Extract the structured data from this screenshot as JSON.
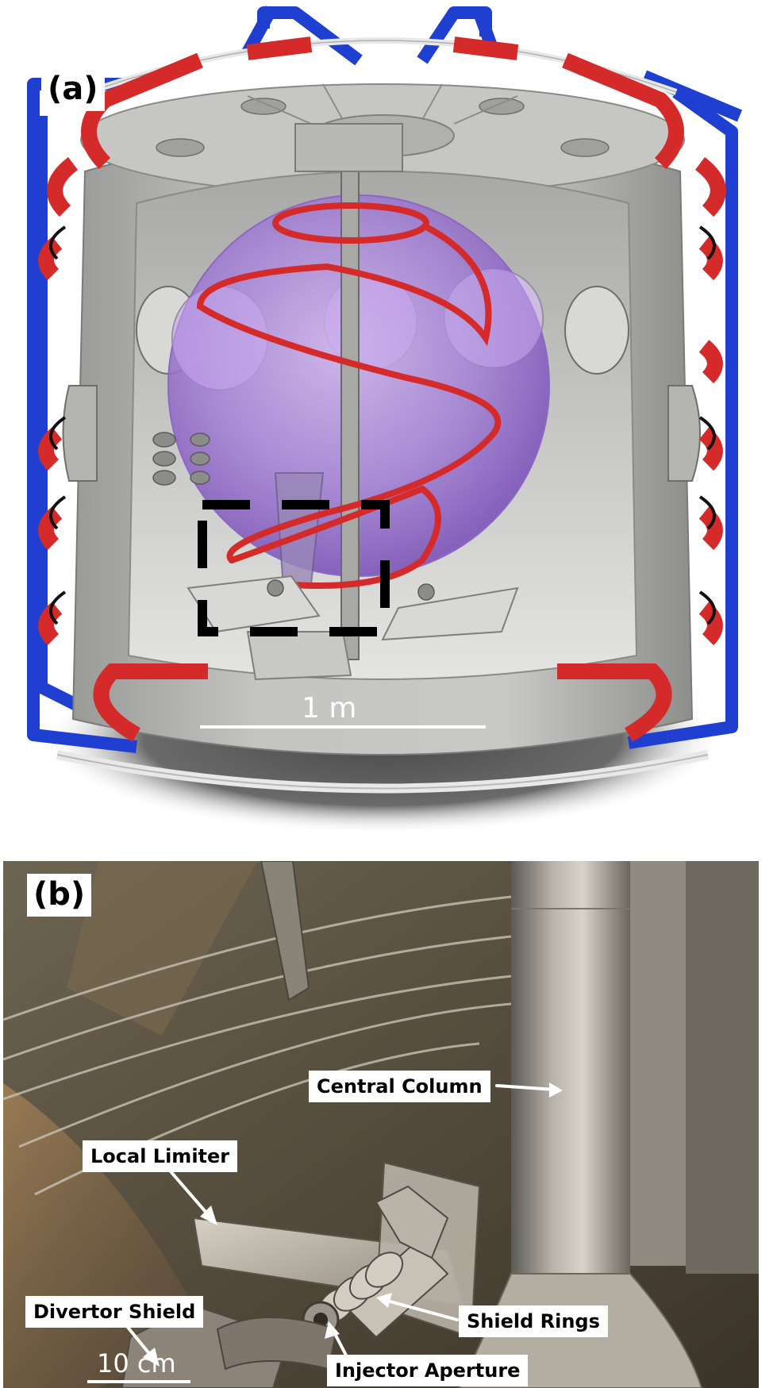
{
  "panel_a": {
    "label": "(a)",
    "scale_bar": "1 m"
  },
  "panel_b": {
    "label": "(b)",
    "scale_bar": "10 cm",
    "callouts": {
      "central_column": "Central Column",
      "local_limiter": "Local Limiter",
      "divertor_shield": "Divertor Shield",
      "shield_rings": "Shield Rings",
      "injector_aperture": "Injector Aperture"
    }
  },
  "colors": {
    "coil_red": "#d42a2a",
    "coil_blue": "#1f3fd0",
    "chamber_gray": "#b8b8b6",
    "plasma_purple": "#a27fd6",
    "photo_metal": "#a8a096"
  }
}
